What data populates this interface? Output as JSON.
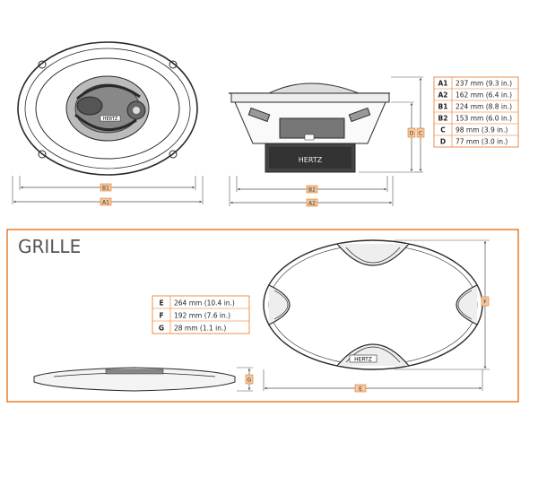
{
  "colors": {
    "accent": "#e8741e",
    "stroke": "#2a2a2a",
    "dim": "#555555",
    "tab_fill": "#f3c9a0"
  },
  "speaker_specs": [
    {
      "key": "A1",
      "value": "237 mm (9.3 in.)"
    },
    {
      "key": "A2",
      "value": "162 mm (6.4 in.)"
    },
    {
      "key": "B1",
      "value": "224 mm (8.8 in.)"
    },
    {
      "key": "B2",
      "value": "153 mm (6.0 in.)"
    },
    {
      "key": "C",
      "value": "98 mm (3.9 in.)"
    },
    {
      "key": "D",
      "value": "77 mm (3.0 in.)"
    }
  ],
  "grille": {
    "title": "GRILLE",
    "specs": [
      {
        "key": "E",
        "value": "264 mm (10.4 in.)"
      },
      {
        "key": "F",
        "value": "192 mm (7.6 in.)"
      },
      {
        "key": "G",
        "value": "28 mm (1.1 in.)"
      }
    ]
  },
  "brand": "HERTZ",
  "dimension_labels": {
    "front_inner": "B1",
    "front_outer": "A1",
    "side_inner": "B2",
    "side_outer": "A2",
    "side_depth_d": "D",
    "side_depth_c": "C",
    "grille_width": "E",
    "grille_height": "F",
    "grille_depth": "G"
  }
}
